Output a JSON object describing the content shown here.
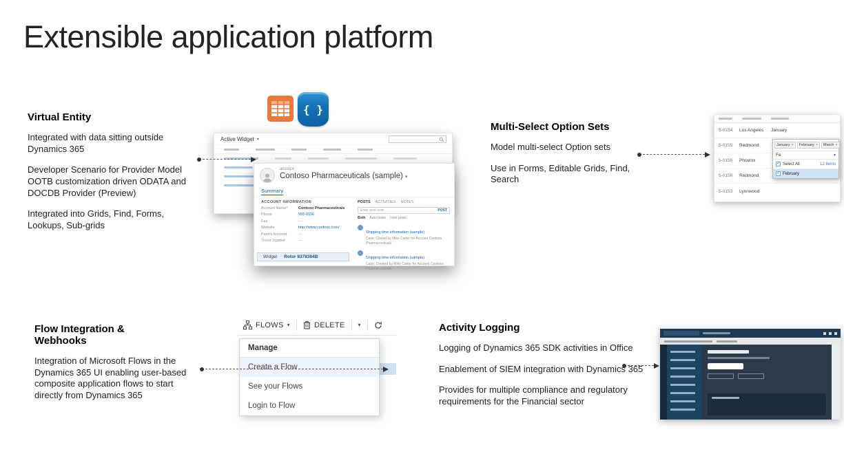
{
  "glyphs": {
    "chevron_down": "▾",
    "check": "✓",
    "remove": "×",
    "braces": "{ }"
  },
  "slide": {
    "title": "Extensible application platform"
  },
  "virtual_entity": {
    "heading": "Virtual Entity",
    "p1": "Integrated with data sitting outside Dynamics 365",
    "p2": "Developer Scenario for Provider Model OOTB customization driven ODATA and DOCDB Provider (Preview)",
    "p3": "Integrated into Grids, Find, Forms, Lookups, Sub-grids",
    "shot": {
      "grid_title": "Active Widget",
      "entity_type": "account",
      "account_name": "Contoso Pharmaceuticals (sample)",
      "tab": "Summary",
      "section": "ACCOUNT INFORMATION",
      "fields": [
        {
          "label": "Account Name*",
          "value": "Contoso Pharmaceuticals"
        },
        {
          "label": "Phone",
          "value": "555-0156"
        },
        {
          "label": "Fax",
          "value": "---"
        },
        {
          "label": "Website",
          "value": "http://www.contoso.com/"
        },
        {
          "label": "Parent Account",
          "value": "---"
        },
        {
          "label": "Ticker Symbol",
          "value": "---"
        }
      ],
      "widget_label": "Widget",
      "widget_value": "Rotor 8378384B",
      "tabs": {
        "posts": "POSTS",
        "activities": "ACTIVITIES",
        "notes": "NOTES"
      },
      "post_placeholder": "Enter post here",
      "post_button": "POST",
      "filters": {
        "both": "Both",
        "auto": "Auto posts",
        "user": "User posts"
      },
      "posts": [
        {
          "title": "Shipping time information (sample)",
          "body": "Case: Closed by Mike Carter for Account Contoso Pharmaceuticals."
        },
        {
          "title": "Shipping time information (sample)",
          "body": "Case: Created by Mike Carter for Account Contoso Pharmaceuticals."
        }
      ]
    }
  },
  "multi_select": {
    "heading": "Multi-Select Option Sets",
    "p1": "Model multi-select Option sets",
    "p2": "Use in Forms, Editable Grids, Find, Search",
    "shot": {
      "rows": [
        {
          "id": "5-0154",
          "city": "Los Angeles",
          "months": "January"
        },
        {
          "id": "5-0155",
          "city": "Redmond",
          "months": ""
        },
        {
          "id": "5-0159",
          "city": "Phoenix",
          "months": ""
        },
        {
          "id": "5-0156",
          "city": "Redmond",
          "months": ""
        },
        {
          "id": "5-0153",
          "city": "Lynnwood",
          "months": ""
        }
      ],
      "tags": [
        {
          "label": "January"
        },
        {
          "label": "February"
        },
        {
          "label": "March"
        }
      ],
      "search_value": "Fe",
      "select_all": "Select All",
      "item_count": "12 Items",
      "option": "February"
    }
  },
  "flow": {
    "heading": "Flow Integration & Webhooks",
    "p1": "Integration of Microsoft Flows in the Dynamics 365 UI enabling user-based composite application flows to start directly from Dynamics 365",
    "shot": {
      "flows_button": "FLOWS",
      "delete_button": "DELETE",
      "menu_header": "Manage",
      "items": [
        {
          "label": "Create a Flow"
        },
        {
          "label": "See your Flows"
        },
        {
          "label": "Login to Flow"
        }
      ]
    }
  },
  "activity": {
    "heading": "Activity Logging",
    "p1": "Logging of Dynamics 365 SDK activities in Office",
    "p2": "Enablement of SIEM integration with Dynamics 365",
    "p3": "Provides for multiple compliance and regulatory requirements for the Financial sector"
  }
}
